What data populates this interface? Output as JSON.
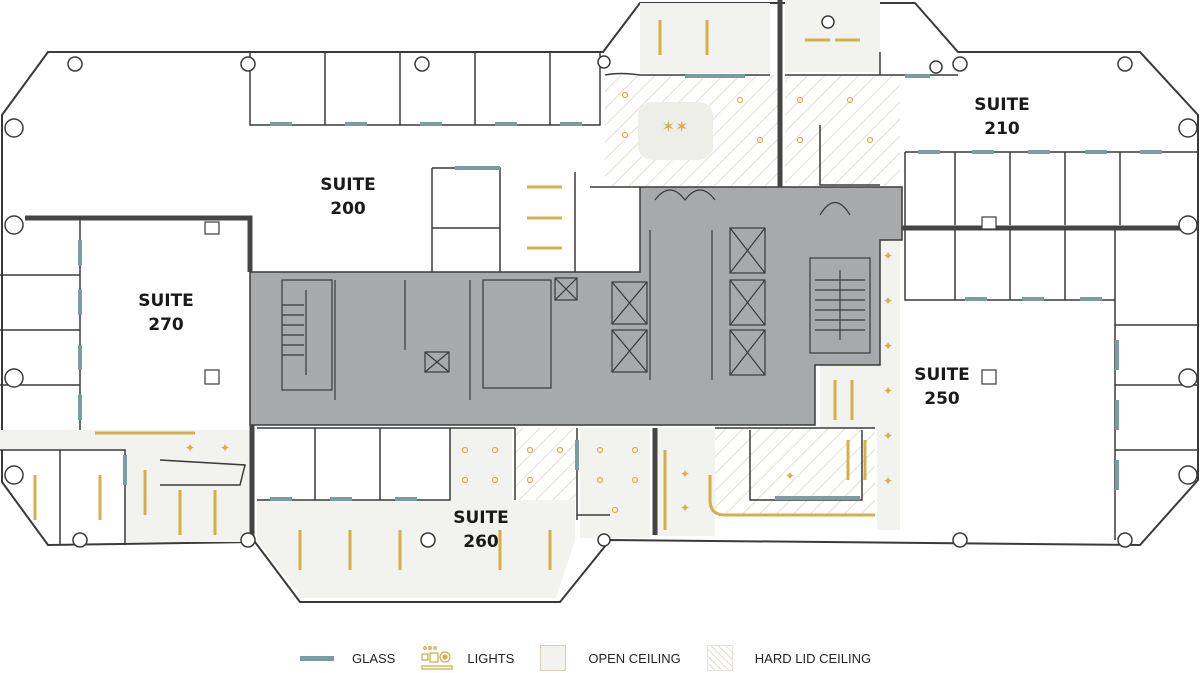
{
  "title": "Floor plan - Level 2",
  "suites": [
    {
      "id": "200",
      "line1": "SUITE",
      "line2": "200"
    },
    {
      "id": "210",
      "line1": "SUITE",
      "line2": "210"
    },
    {
      "id": "250",
      "line1": "SUITE",
      "line2": "250"
    },
    {
      "id": "260",
      "line1": "SUITE",
      "line2": "260"
    },
    {
      "id": "270",
      "line1": "SUITE",
      "line2": "270"
    }
  ],
  "legend": {
    "glass": "GLASS",
    "lights": "LIGHTS",
    "open_ceiling": "OPEN CEILING",
    "hard_lid_ceiling": "HARD LID CEILING"
  },
  "colors": {
    "wall": "#3a3a3a",
    "core": "#a7a9ab",
    "glass": "#7a9da0",
    "lights": "#d4b04c",
    "open_ceiling": "#f2f2ee",
    "hatch": "#e3ded0"
  }
}
